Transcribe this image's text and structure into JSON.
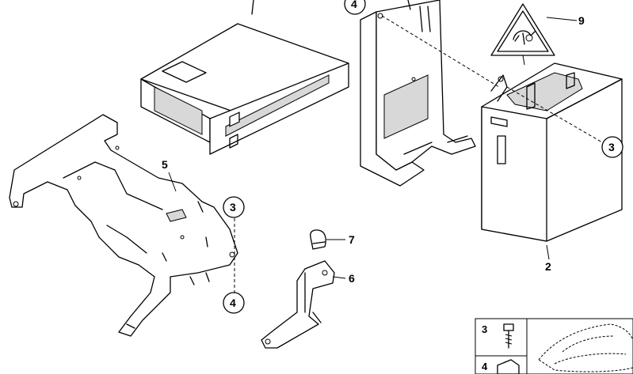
{
  "callouts": {
    "c1_top_left": "4",
    "c_warning": "9",
    "c_module_right": "3",
    "c_bracket_top": "3",
    "c_bracket_bottom": "4",
    "c_bracket_label": "5",
    "c_nut": "7",
    "c_bracket_small": "6",
    "c_module": "2"
  },
  "legend": {
    "row1_number": "3",
    "row2_number": "4"
  }
}
